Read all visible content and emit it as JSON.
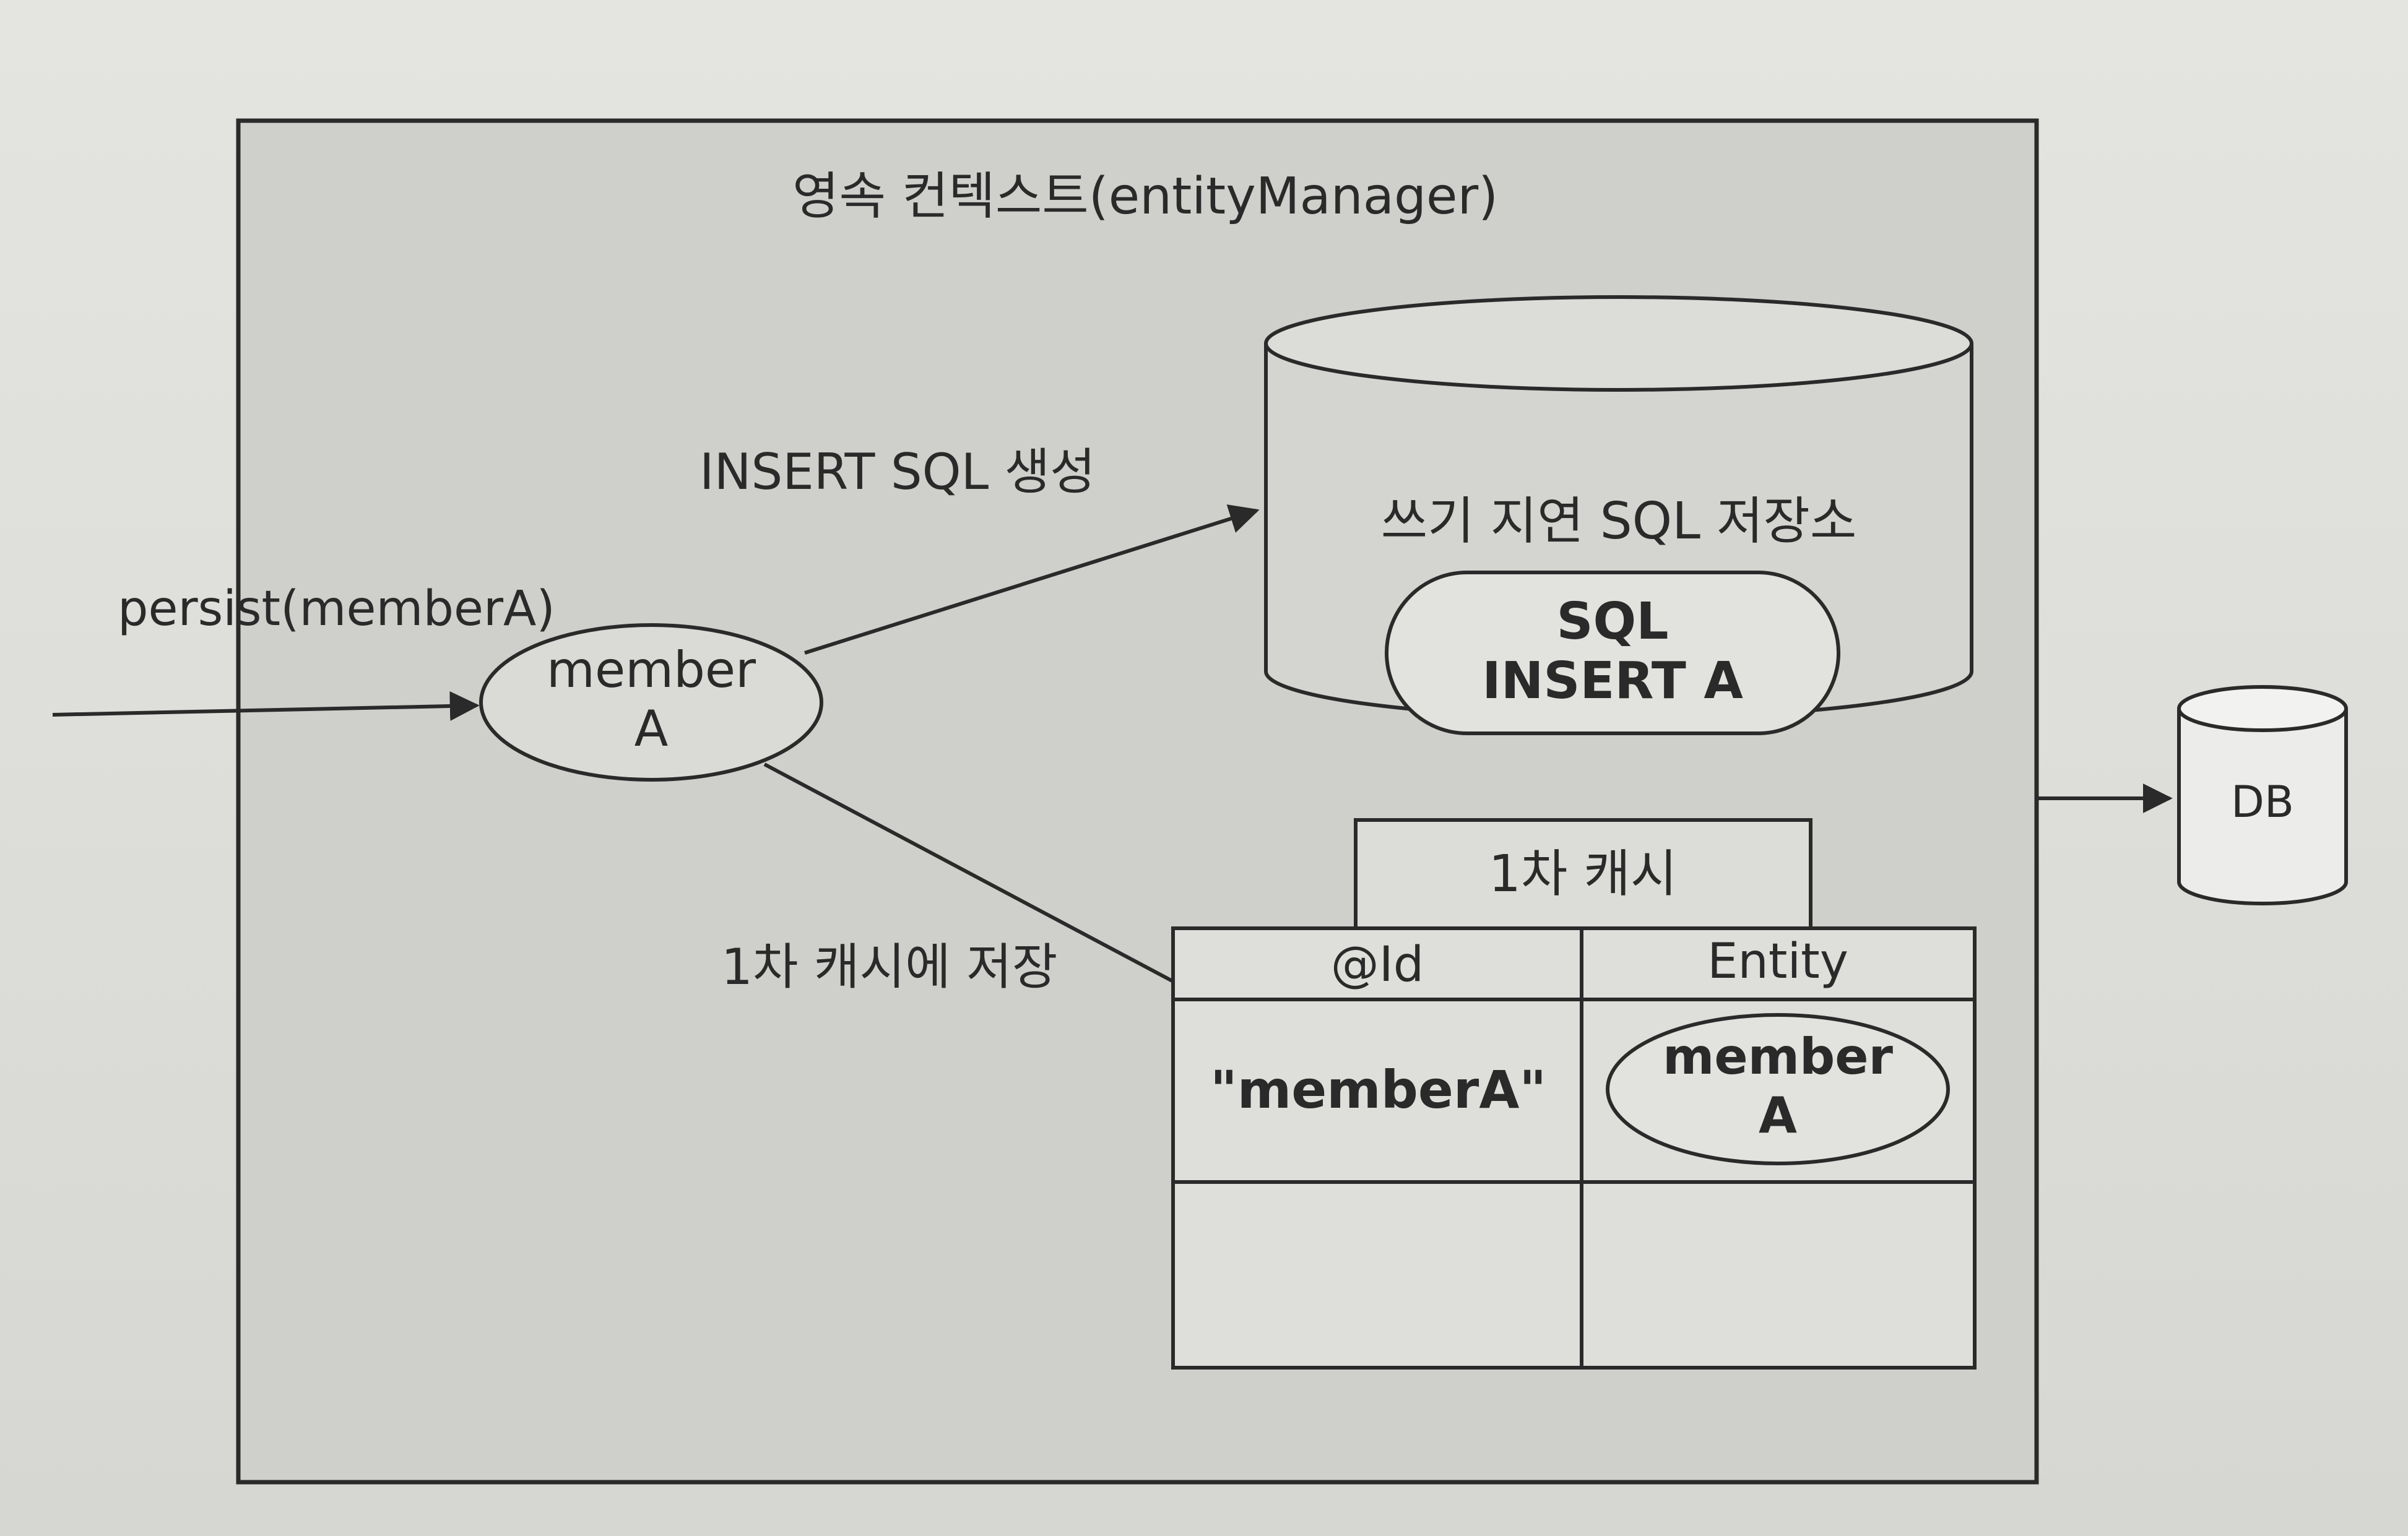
{
  "context": {
    "title": "영속 컨텍스트(entityManager)"
  },
  "input": {
    "call_label": "persist(memberA)"
  },
  "entity": {
    "line1": "member",
    "line2": "A"
  },
  "arrows": {
    "insert_sql_label": "INSERT SQL 생성",
    "cache_store_label": "1차 캐시에 저장"
  },
  "sql_store": {
    "title": "쓰기 지연 SQL 저장소",
    "item_line1": "SQL",
    "item_line2": "INSERT A"
  },
  "cache": {
    "title": "1차 캐시",
    "columns": [
      "@Id",
      "Entity"
    ],
    "rows": [
      {
        "id": "\"memberA\"",
        "entity_line1": "member",
        "entity_line2": "A"
      },
      {
        "id": "",
        "entity_line1": "",
        "entity_line2": ""
      }
    ]
  },
  "db": {
    "label": "DB"
  }
}
